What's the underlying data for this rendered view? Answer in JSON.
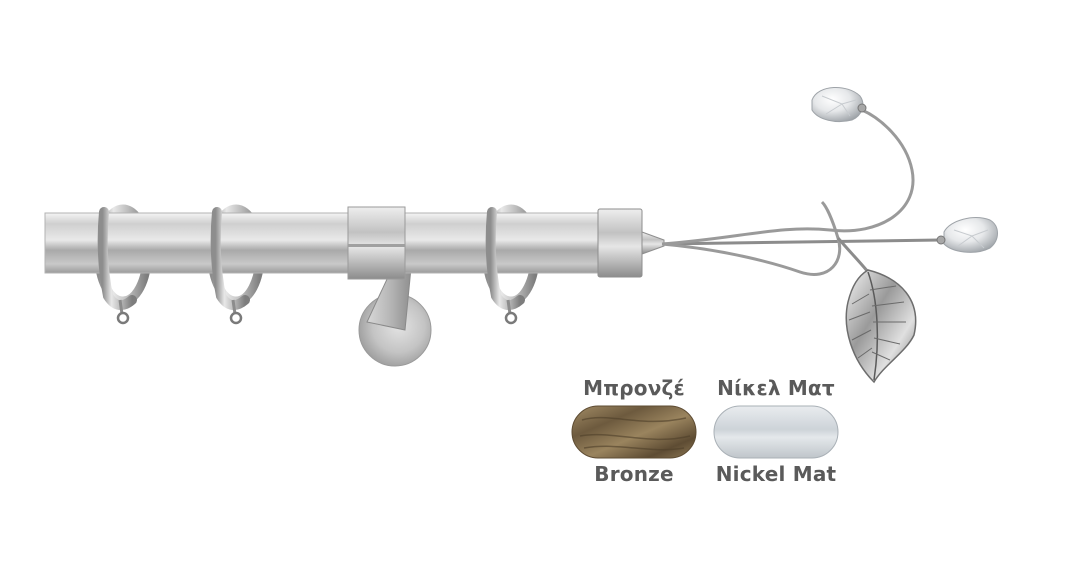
{
  "product": {
    "finishes": [
      {
        "label_gr": "Μπρονζέ",
        "label_en": "Bronze",
        "color": "#8a7452"
      },
      {
        "label_gr": "Νίκελ Ματ",
        "label_en": "Nickel Mat",
        "color": "#d4d9dd"
      }
    ]
  }
}
